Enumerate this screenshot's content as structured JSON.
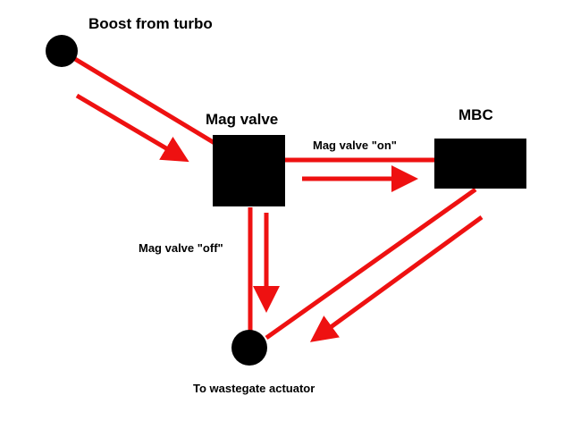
{
  "colors": {
    "background": "#ffffff",
    "line": "#ee1111",
    "node": "#000000",
    "text": "#000000"
  },
  "labels": {
    "boost_from_turbo": "Boost from turbo",
    "mag_valve": "Mag valve",
    "mbc": "MBC",
    "mag_valve_on": "Mag valve \"on\"",
    "mag_valve_off": "Mag valve \"off\"",
    "wastegate": "To wastegate actuator"
  }
}
